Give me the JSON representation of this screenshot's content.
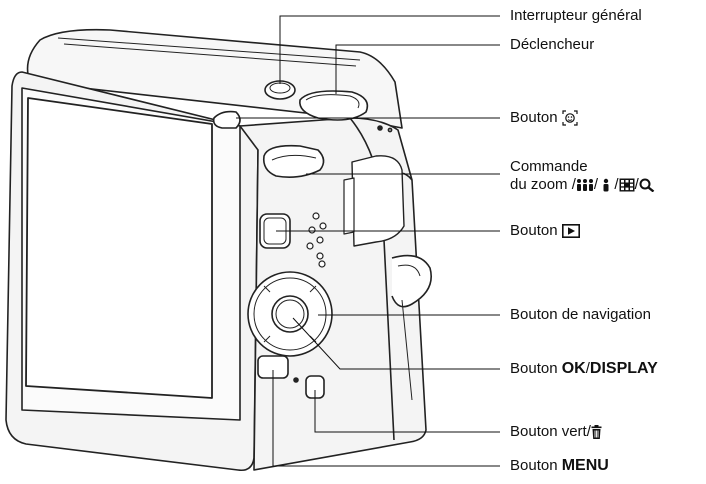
{
  "labels": {
    "power_switch": "Interrupteur général",
    "shutter_release": "Déclencheur",
    "face_button_prefix": "Bouton",
    "zoom_line1": "Commande",
    "zoom_line2": "du zoom /",
    "playback_prefix": "Bouton",
    "nav_button": "Bouton de navigation",
    "ok_prefix": "Bouton",
    "ok_bold": "OK",
    "ok_sep": "/",
    "display_bold": "DISPLAY",
    "green_prefix": "Bouton vert/",
    "menu_prefix": "Bouton",
    "menu_bold": "MENU"
  },
  "icons": {
    "face": "face-detection-icon",
    "wide": "multi-person-icon",
    "tele": "single-person-icon",
    "thumbnail": "grid-thumbnail-icon",
    "magnify": "magnifier-icon",
    "playback": "playback-icon",
    "trash": "trash-icon"
  },
  "colors": {
    "line": "#111111",
    "body": "#f4f4f4",
    "stroke": "#222222"
  }
}
